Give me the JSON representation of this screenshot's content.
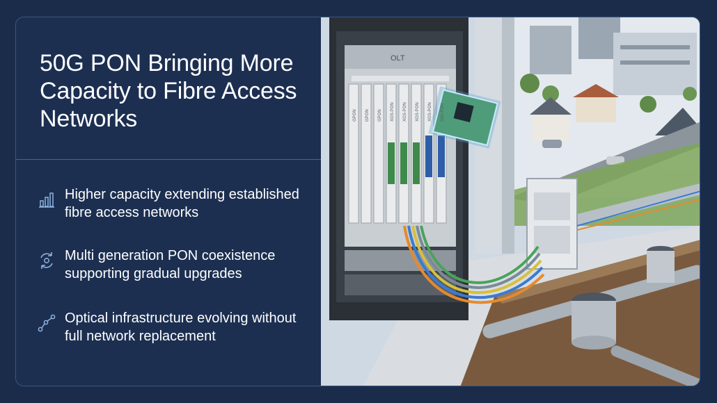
{
  "title": "50G PON Bringing More Capacity to Fibre Access Networks",
  "features": [
    {
      "icon": "bar-chart-icon",
      "text": "Higher capacity extending established fibre access networks"
    },
    {
      "icon": "cycle-arrows-icon",
      "text": "Multi generation PON coexistence supporting gradual upgrades"
    },
    {
      "icon": "network-link-icon",
      "text": "Optical infrastructure evolving without full network replacement"
    }
  ],
  "illustration": {
    "olt_label": "OLT",
    "card_labels": [
      "GPON",
      "GPON",
      "GPON",
      "XGS-PON",
      "XGS-PON",
      "XGS-PON",
      "XGS-PON",
      "50G-PON"
    ]
  },
  "colors": {
    "background": "#1b2c4b",
    "panel": "#1c2f51",
    "border": "#3c5780",
    "text": "#ffffff",
    "icon": "#8fb3e0"
  }
}
